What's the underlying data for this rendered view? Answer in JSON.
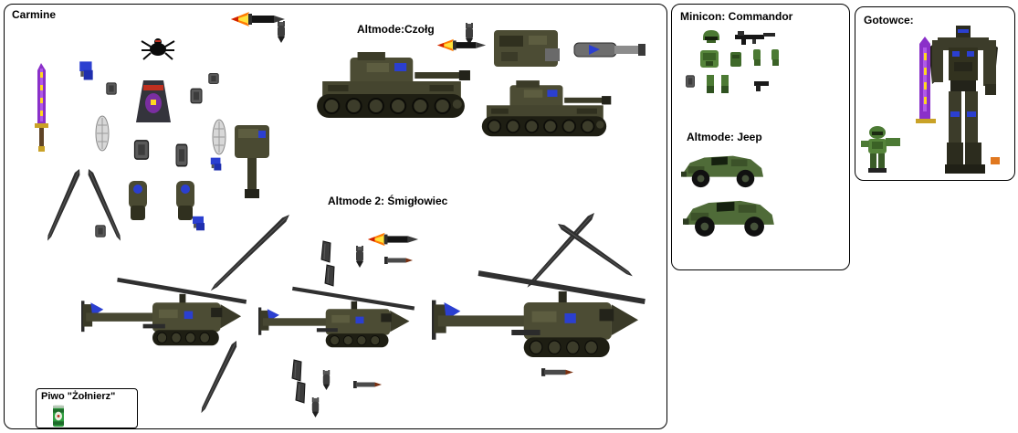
{
  "panels": {
    "carmine": {
      "title": "Carmine",
      "altmode1": "Altmode:Czołg",
      "altmode2": "Altmode 2: Śmigłowiec",
      "beer": "Piwo \"Żołnierz\""
    },
    "minicon": {
      "title": "Minicon: Commandor",
      "altmode": "Altmode: Jeep"
    },
    "gotowce": {
      "title": "Gotowce:"
    }
  },
  "colors": {
    "olive": "#4c4c34",
    "olive_dark": "#30301f",
    "track": "#1e1e13",
    "flame_orange": "#ff7a00",
    "flame_yellow": "#ffe23c",
    "sword_purple": "#8a30c9",
    "sword_core": "#ffd91f",
    "accent_blue": "#2b3fd0",
    "armor_green": "#4c7a34",
    "can_green": "#2f9e3f"
  },
  "sprites": {
    "tank": "tank-sprite",
    "helicopter": "helicopter-sprite",
    "jeep": "jeep-sprite",
    "robot": "robot-sprite",
    "sword": "sword-sprite",
    "beer_can": "beer-can-sprite"
  }
}
